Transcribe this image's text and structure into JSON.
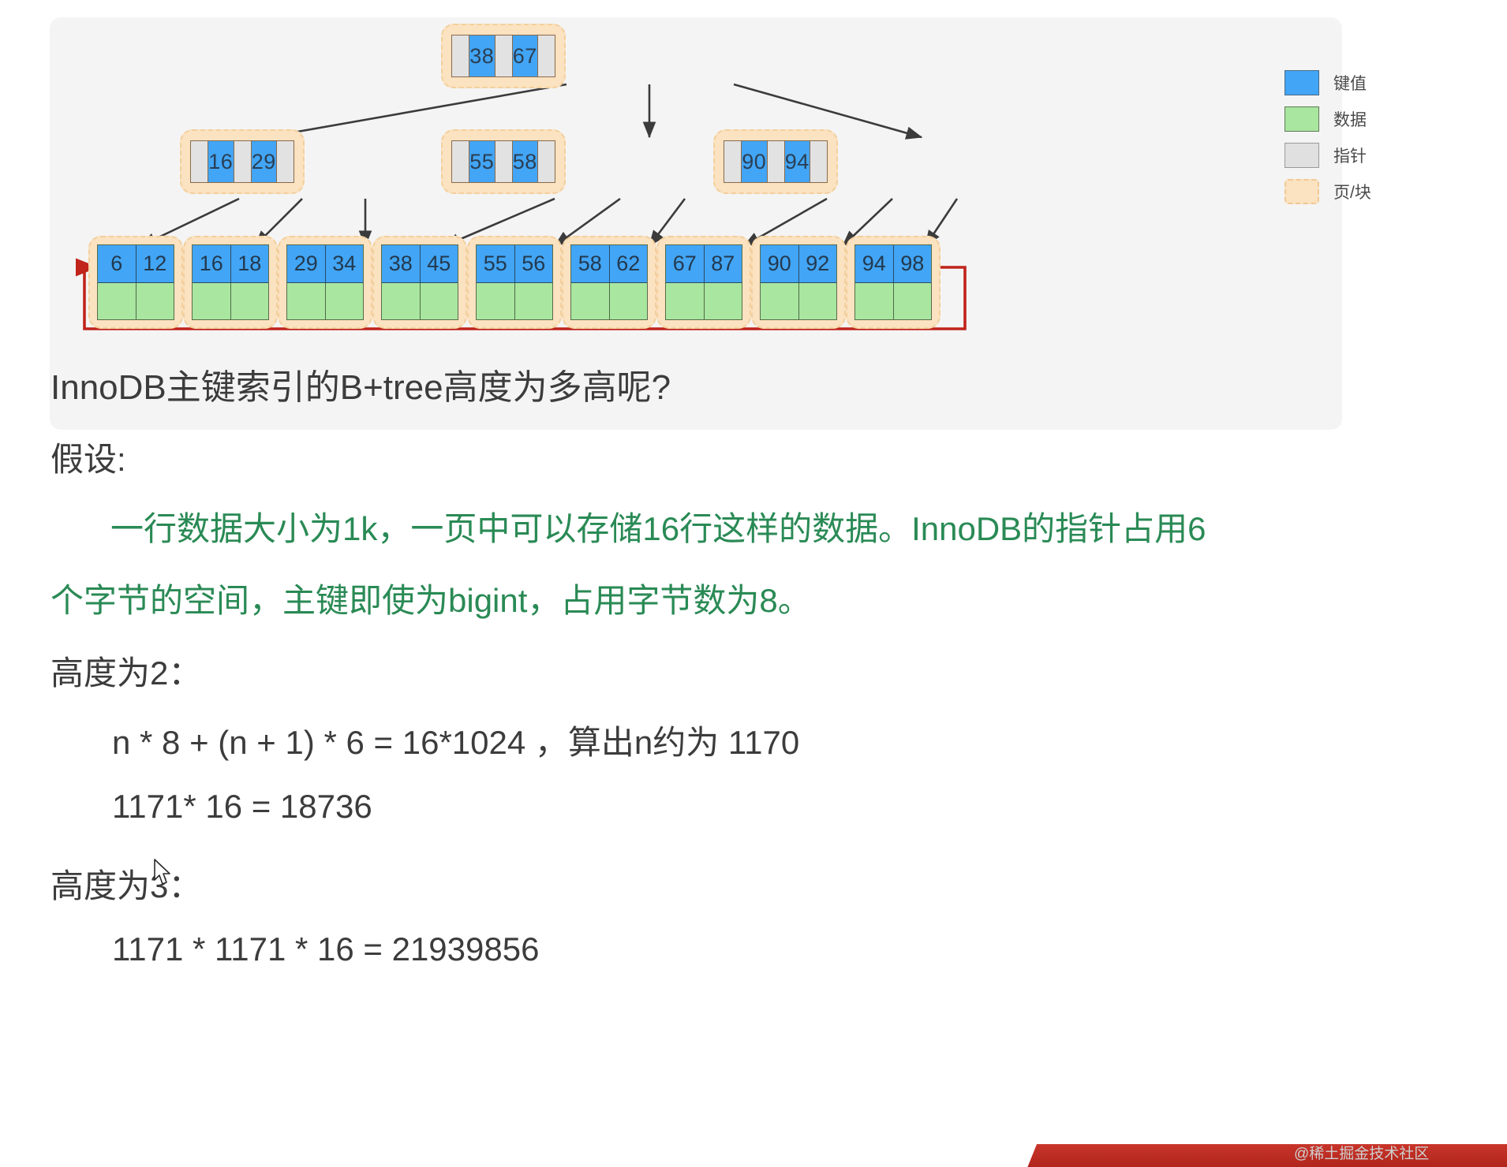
{
  "diagram": {
    "title_semantic": "innodb-b-plus-tree-diagram",
    "colors": {
      "key": "#42a5f5",
      "data": "#a9e6a0",
      "pointer": "#e2e2e2",
      "page": "#fbe2c0",
      "page_border": "#f3cf9d",
      "link_arrow": "#c0241b",
      "tree_arrow": "#3b3b3b",
      "panel_bg": "#f4f4f4"
    },
    "root": {
      "keys": [
        "38",
        "67"
      ],
      "pointers": 3
    },
    "internal_nodes": [
      {
        "keys": [
          "16",
          "29"
        ],
        "pointers": 3
      },
      {
        "keys": [
          "55",
          "58"
        ],
        "pointers": 3
      },
      {
        "keys": [
          "90",
          "94"
        ],
        "pointers": 3
      }
    ],
    "leaf_nodes": [
      {
        "keys": [
          "6",
          "12"
        ]
      },
      {
        "keys": [
          "16",
          "18"
        ]
      },
      {
        "keys": [
          "29",
          "34"
        ]
      },
      {
        "keys": [
          "38",
          "45"
        ]
      },
      {
        "keys": [
          "55",
          "56"
        ]
      },
      {
        "keys": [
          "58",
          "62"
        ]
      },
      {
        "keys": [
          "67",
          "87"
        ]
      },
      {
        "keys": [
          "90",
          "92"
        ]
      },
      {
        "keys": [
          "94",
          "98"
        ]
      }
    ],
    "legend": [
      {
        "swatch": "key",
        "label": "键值"
      },
      {
        "swatch": "data",
        "label": "数据"
      },
      {
        "swatch": "ptr",
        "label": "指针"
      },
      {
        "swatch": "page",
        "label": "页/块"
      }
    ]
  },
  "content": {
    "title": "InnoDB主键索引的B+tree高度为多高呢?",
    "assume_label": "假设:",
    "assume_line1": "一行数据大小为1k，一页中可以存储16行这样的数据。InnoDB的指针占用6",
    "assume_line2": "个字节的空间，主键即使为bigint，占用字节数为8。",
    "height2_label": "高度为2：",
    "height2_formula1": "n * 8 + (n + 1) * 6 = 16*1024 ，算出n约为 1170",
    "height2_formula2": "1171* 16 = 18736",
    "height3_label": "高度为3：",
    "height3_formula1": "1171 * 1171 * 16 = 21939856"
  },
  "watermark": "@稀土掘金技术社区"
}
